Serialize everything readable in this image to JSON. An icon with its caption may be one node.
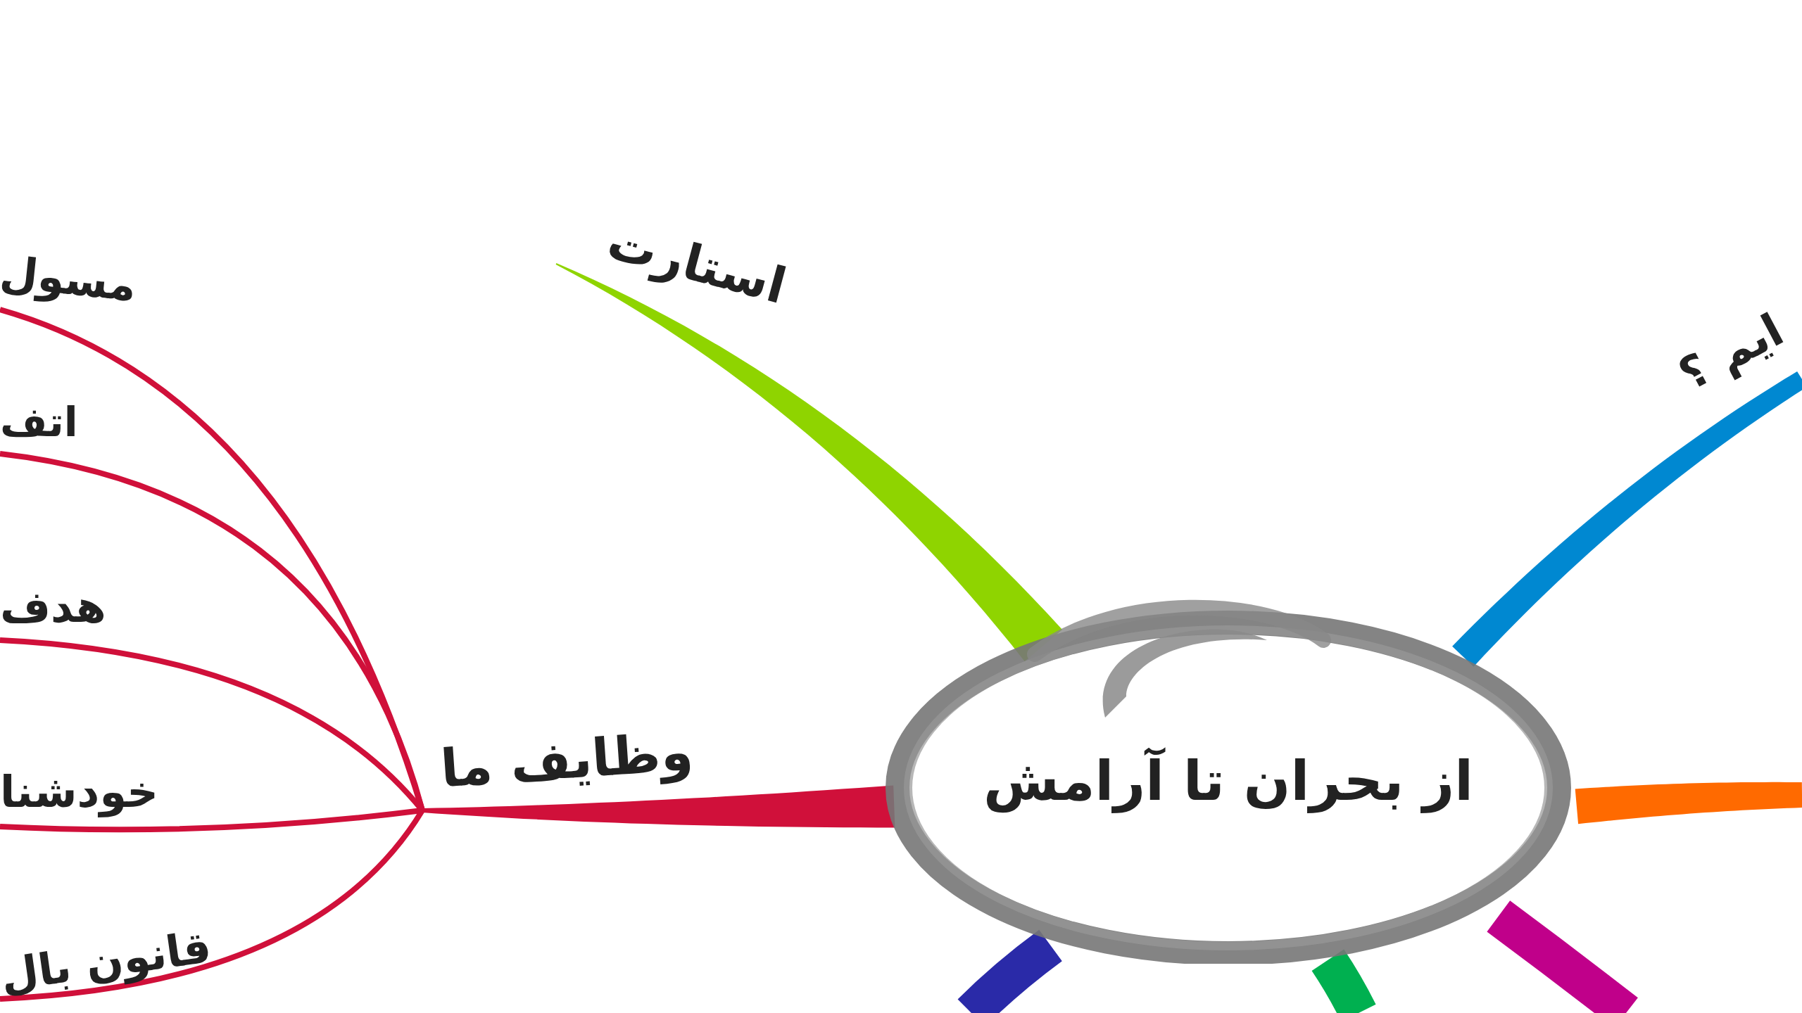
{
  "diagram": {
    "nodes": [
      {
        "text": [
          "از بحران تا آرامش"
        ]
      },
      {
        "text": [
          "استارت"
        ]
      },
      {
        "text": [
          "وظایف ما"
        ]
      },
      {
        "text": [
          "ایم ؟"
        ]
      },
      {
        "text": [
          "مسول"
        ]
      },
      {
        "text": [
          "اتف"
        ]
      },
      {
        "text": [
          "هدف"
        ]
      },
      {
        "text": [
          "خودشنا"
        ]
      },
      {
        "text": [
          "قانون بال"
        ]
      }
    ],
    "edges": [
      {
        "from": 0,
        "to": 1,
        "arrow": "none",
        "style": "thick",
        "color": "#8fd400"
      },
      {
        "from": 0,
        "to": 2,
        "arrow": "none",
        "style": "thick"
      },
      {
        "from": 0,
        "to": 3,
        "arrow": "none",
        "style": "thick",
        "color": "#0088d1"
      },
      {
        "from": 0,
        "to": null,
        "arrow": "none",
        "style": "thick",
        "color": "#ff6a00"
      },
      {
        "from": 0,
        "to": null,
        "arrow": "none",
        "style": "thick",
        "color": "#2a2aa8"
      },
      {
        "from": 0,
        "to": null,
        "arrow": "none",
        "style": "thick",
        "color": "#00b050"
      },
      {
        "from": 0,
        "to": null,
        "arrow": "none",
        "style": "thick",
        "color": "#c0008a"
      },
      {
        "from": 2,
        "to": 4,
        "arrow": "none"
      },
      {
        "from": 2,
        "to": 5,
        "arrow": "none"
      },
      {
        "from": 2,
        "to": 6,
        "arrow": "none"
      },
      {
        "from": 2,
        "to": 7,
        "arrow": "none"
      },
      {
        "from": 2,
        "to": 8,
        "arrow": "none"
      }
    ]
  }
}
